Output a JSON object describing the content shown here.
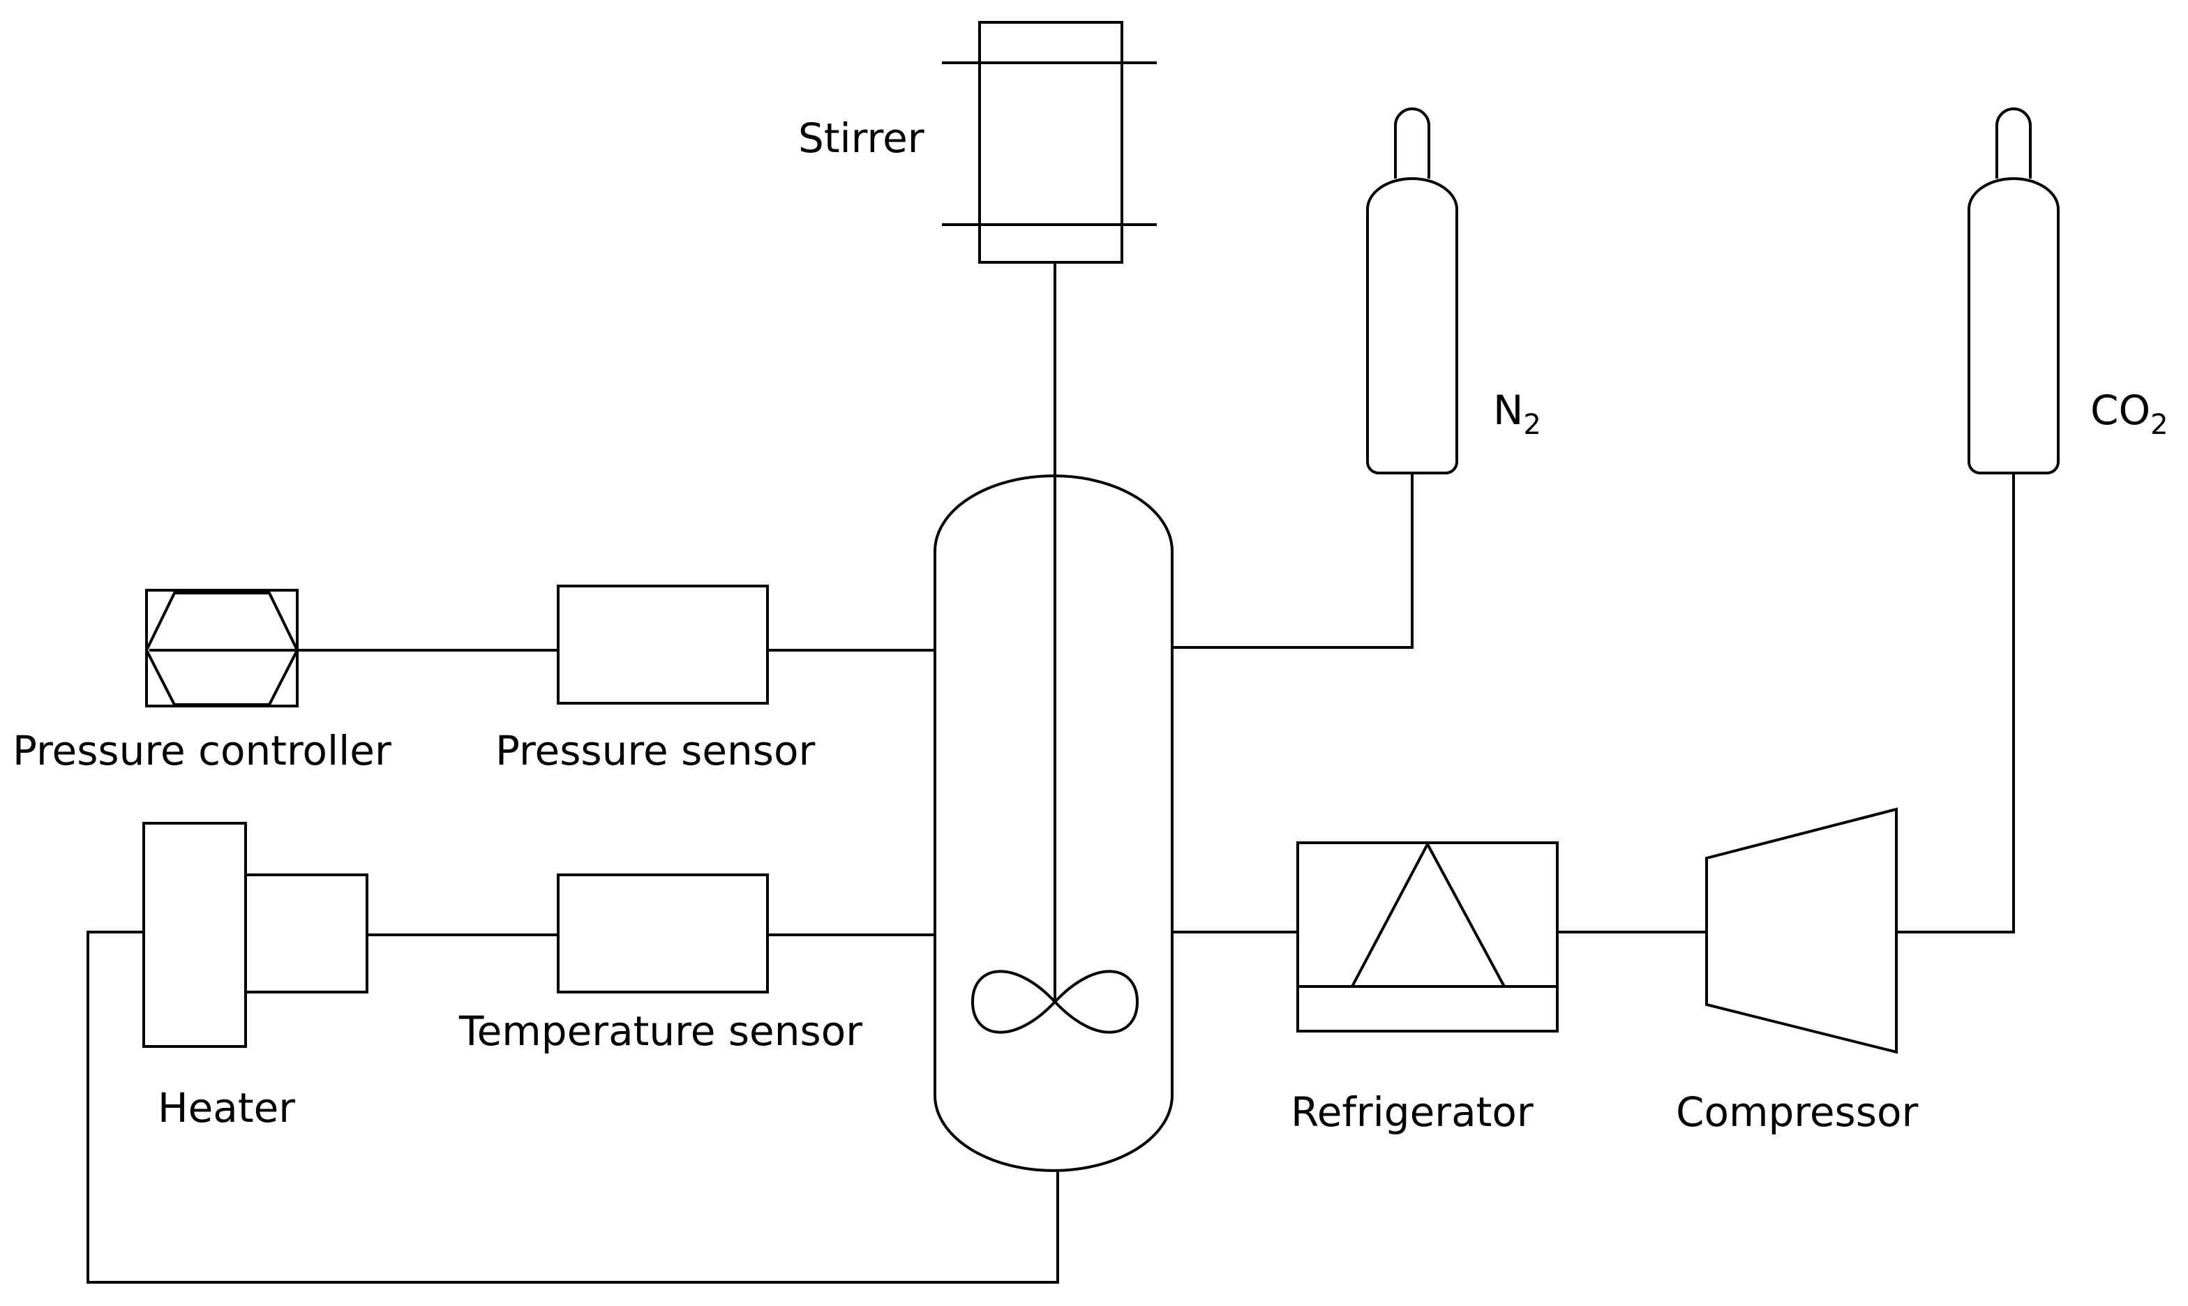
{
  "labels": {
    "stirrer": "Stirrer",
    "n2": "N",
    "n2_sub": "2",
    "co2": "CO",
    "co2_sub": "2",
    "pressure_controller": "Pressure controller",
    "pressure_sensor": "Pressure sensor",
    "heater": "Heater",
    "temperature_sensor": "Temperature sensor",
    "refrigerator": "Refrigerator",
    "compressor": "Compressor"
  },
  "colors": {
    "line": "#000000",
    "background": "#ffffff"
  }
}
